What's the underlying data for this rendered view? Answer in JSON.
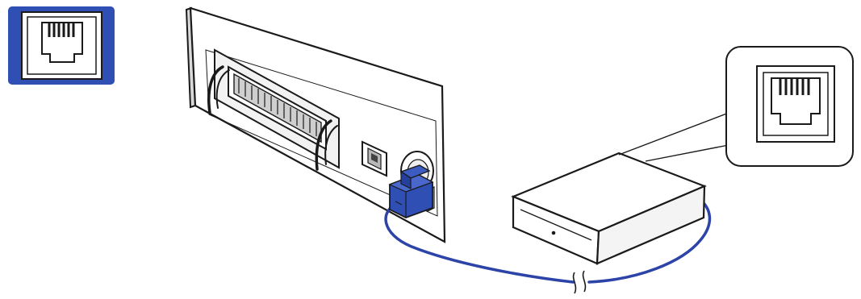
{
  "figure": {
    "parts": {
      "rj_port_icon": "rj-port-icon",
      "printer_rear_panel": "printer-rear-panel",
      "parallel_connector": "parallel-connector",
      "usb_port": "usb-port",
      "drawer_kick_port": "drawer-kick-port",
      "rj_plug": "rj-plug",
      "cable": "cable",
      "cash_drawer": "cash-drawer",
      "callout_rj_port_icon": "callout-rj-port-icon"
    },
    "colors": {
      "accent_blue": "#2f4fb4",
      "cable_blue": "#2c44a8",
      "outline": "#1a1a1a",
      "paper": "#ffffff",
      "panel_shade": "#e9e9e9"
    }
  }
}
